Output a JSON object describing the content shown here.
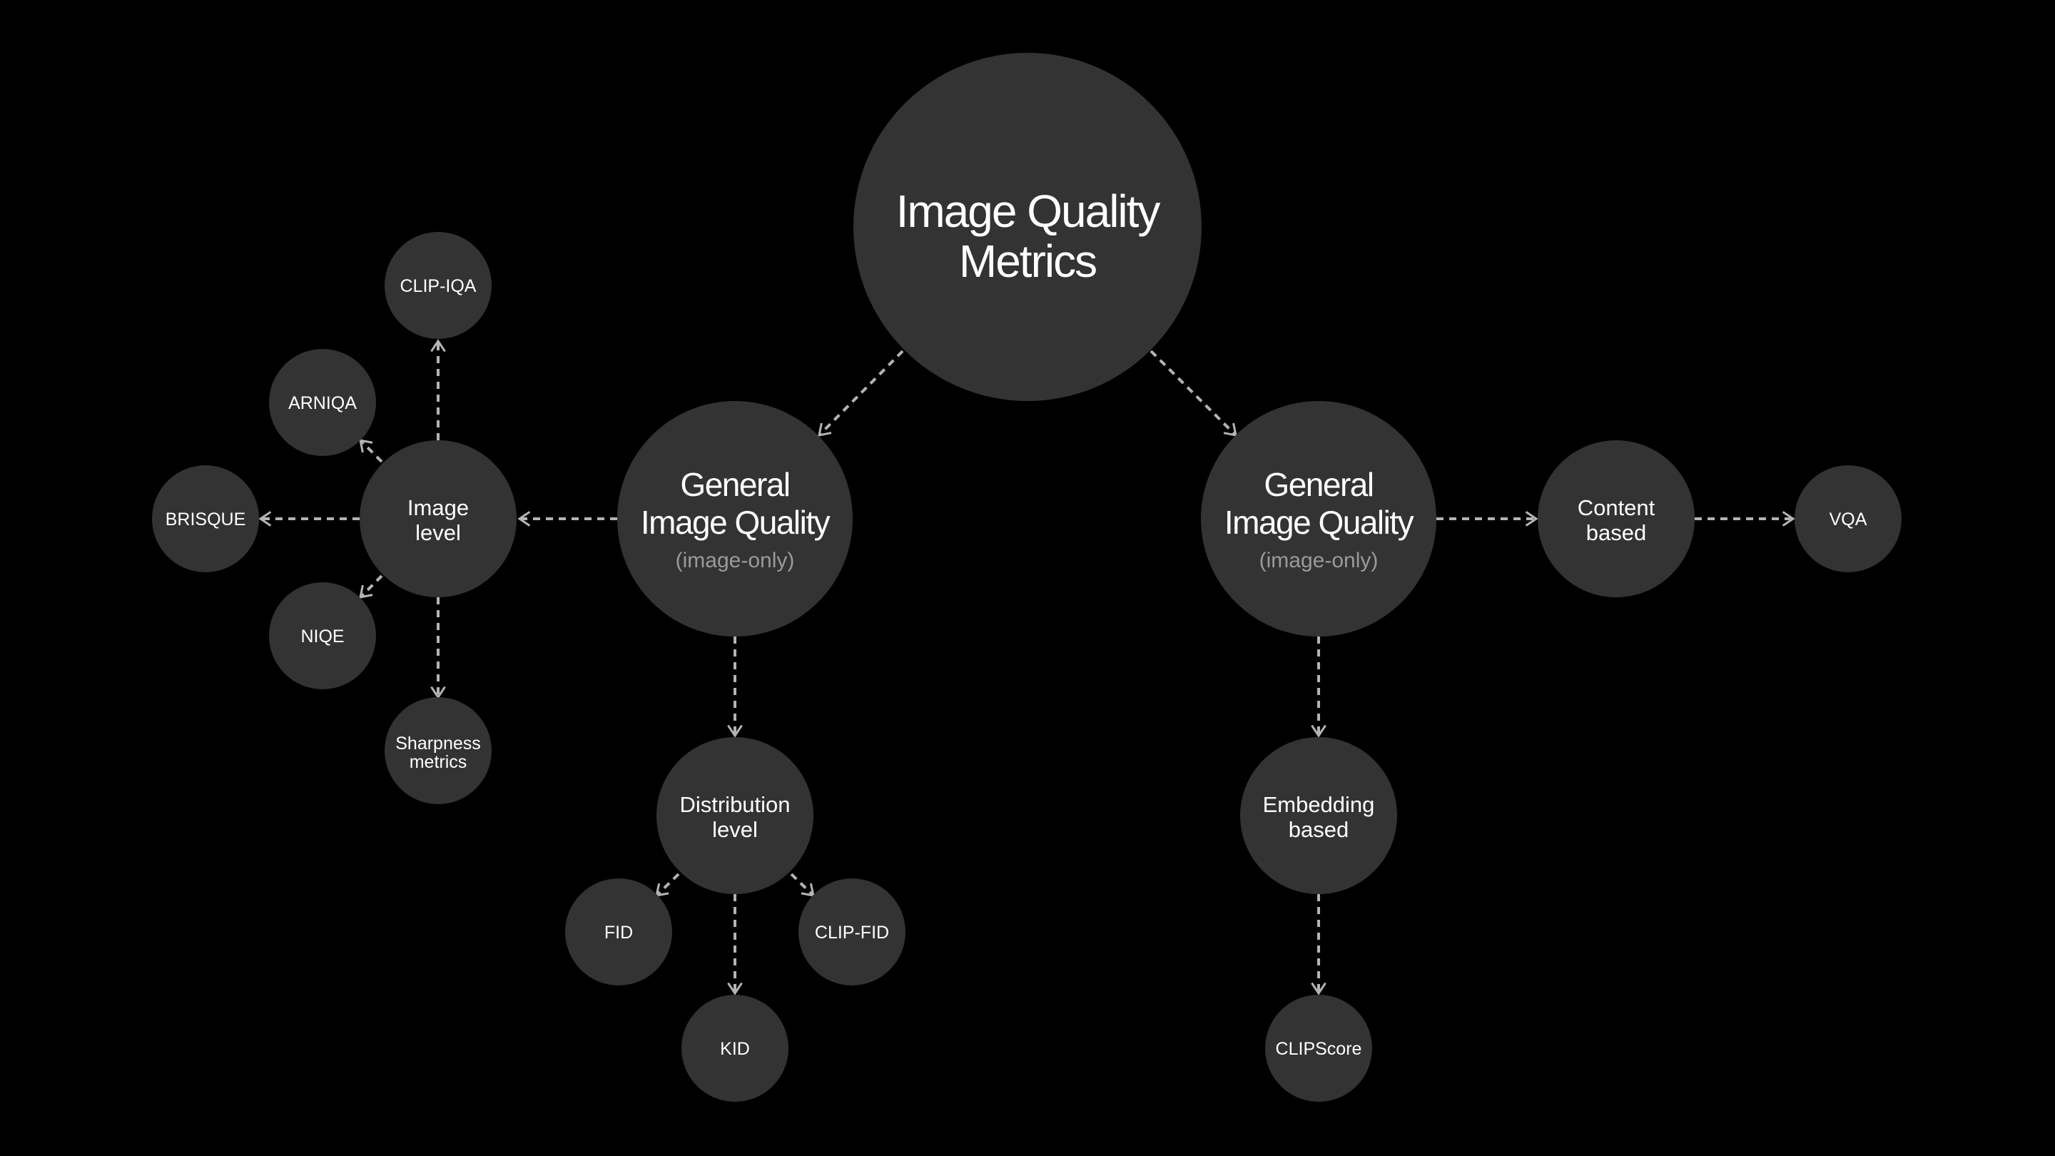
{
  "diagram": {
    "root": {
      "lines": [
        "Image Quality",
        "Metrics"
      ]
    },
    "left_branch": {
      "lines": [
        "General",
        "Image Quality"
      ],
      "subtitle": "(image-only)"
    },
    "right_branch": {
      "lines": [
        "General",
        "Image Quality"
      ],
      "subtitle": "(image-only)"
    },
    "image_level": {
      "lines": [
        "Image",
        "level"
      ]
    },
    "distribution_level": {
      "lines": [
        "Distribution",
        "level"
      ]
    },
    "content_based": {
      "lines": [
        "Content",
        "based"
      ]
    },
    "embedding_based": {
      "lines": [
        "Embedding",
        "based"
      ]
    },
    "leaves": {
      "clip_iqa": "CLIP-IQA",
      "arniqa": "ARNIQA",
      "brisque": "BRISQUE",
      "niqe": "NIQE",
      "sharpness": [
        "Sharpness",
        "metrics"
      ],
      "fid": "FID",
      "clip_fid": "CLIP-FID",
      "kid": "KID",
      "vqa": "VQA",
      "clipscore": "CLIPScore"
    },
    "colors": {
      "background": "#000000",
      "node": "#333333",
      "edge": "#b4b4b4",
      "subtitle": "#9a9a9a"
    }
  }
}
